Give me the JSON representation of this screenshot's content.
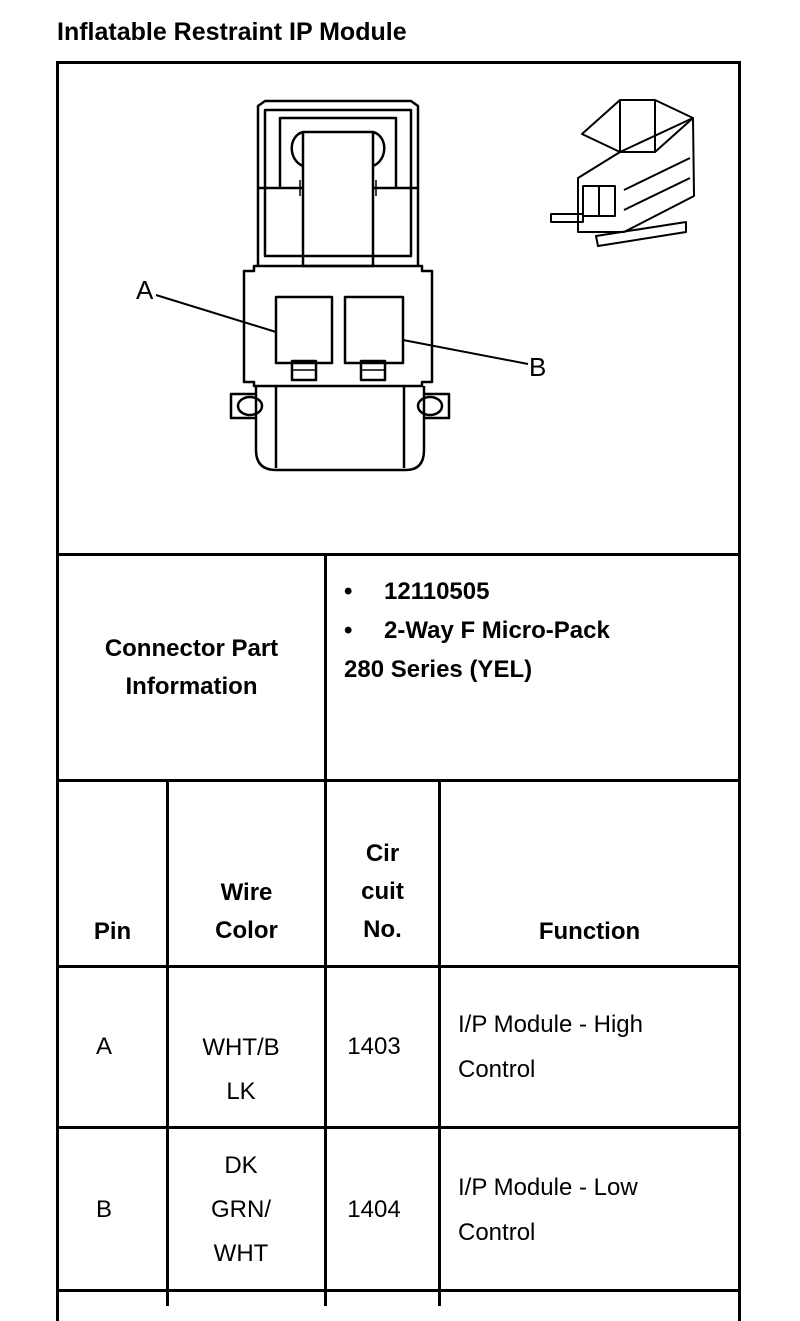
{
  "title": "Inflatable Restraint IP Module",
  "diagram": {
    "callout_a": "A",
    "callout_b": "B"
  },
  "connector_info": {
    "label_line1": "Connector Part",
    "label_line2": "Information",
    "bullet_symbol": "•",
    "bullets": [
      "12110505",
      "2-Way F Micro-Pack"
    ],
    "continuation": "280 Series (YEL)"
  },
  "table": {
    "headers": {
      "pin": "Pin",
      "wire_color": [
        "Wire",
        "Color"
      ],
      "circuit": [
        "Cir",
        "cuit",
        "No."
      ],
      "function": "Function"
    },
    "rows": [
      {
        "pin": "A",
        "wire_color": [
          "WHT/B",
          "LK"
        ],
        "circuit": "1403",
        "function": [
          "I/P Module - High",
          "Control"
        ]
      },
      {
        "pin": "B",
        "wire_color": [
          "DK",
          "GRN/",
          "WHT"
        ],
        "circuit": "1404",
        "function": [
          "I/P Module - Low",
          "Control"
        ]
      }
    ]
  }
}
